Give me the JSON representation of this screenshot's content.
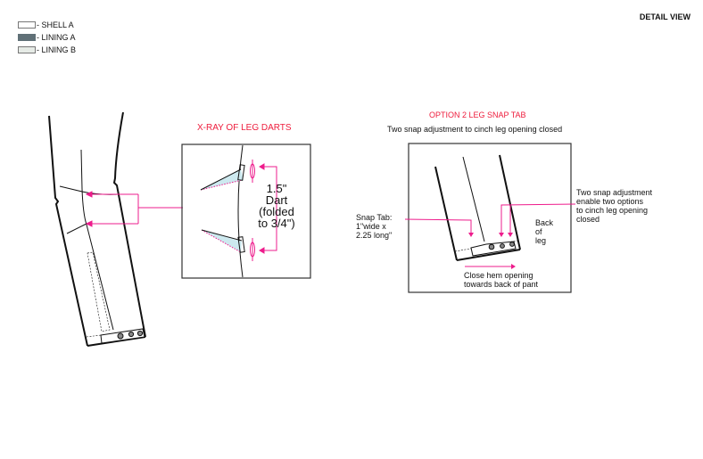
{
  "header": {
    "view_label": "DETAIL VIEW"
  },
  "legend": [
    {
      "label": "- SHELL A",
      "color": "#ffffff"
    },
    {
      "label": "- LINING A",
      "color": "#607077"
    },
    {
      "label": "- LINING B",
      "color": "#e6ebe6"
    }
  ],
  "xray": {
    "title": "X-RAY OF LEG DARTS",
    "dart_lines": [
      "1.5\"",
      "Dart",
      "(folded",
      "to 3/4\")"
    ],
    "dart_fill": "#cde9ef"
  },
  "snap_tab": {
    "title": "OPTION 2 LEG SNAP TAB",
    "subtitle": "Two snap adjustment to cinch leg opening closed",
    "tab_label": [
      "Snap Tab:",
      "1\"wide x",
      "2.25 long\""
    ],
    "snap_note": [
      "Two snap adjustment",
      "enable two options",
      "to cinch leg opening",
      "closed"
    ],
    "back_label": [
      "Back",
      "of",
      "leg"
    ],
    "close_note": [
      "Close hem opening",
      "towards back of pant"
    ]
  },
  "colors": {
    "accent": "#ee1c8c",
    "title_red": "#ee1c3c"
  }
}
